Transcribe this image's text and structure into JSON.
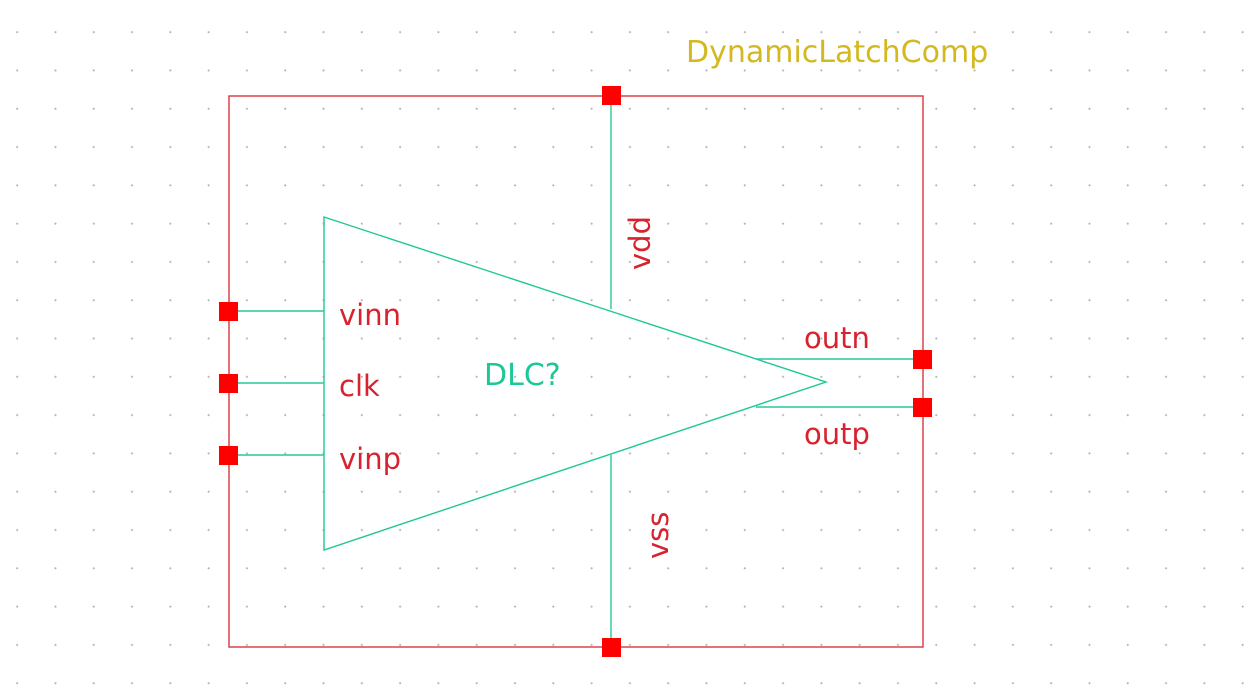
{
  "cell": {
    "name": "DynamicLatchComp",
    "instance_label": "DLC?"
  },
  "pins": {
    "vinn": "vinn",
    "clk": "clk",
    "vinp": "vinp",
    "vdd": "vdd",
    "vss": "vss",
    "outn": "outn",
    "outp": "outp"
  },
  "colors": {
    "background": "#ffffff",
    "grid_dot": "#b4b4b4",
    "symbol_line": "#1ec896",
    "pin_wire": "#2ac79b",
    "boundary": "#d8353c",
    "pin_marker": "#ff0000",
    "pin_text": "#d7232f",
    "instance_text": "#1ec896",
    "cell_name_text": "#d4b820"
  }
}
